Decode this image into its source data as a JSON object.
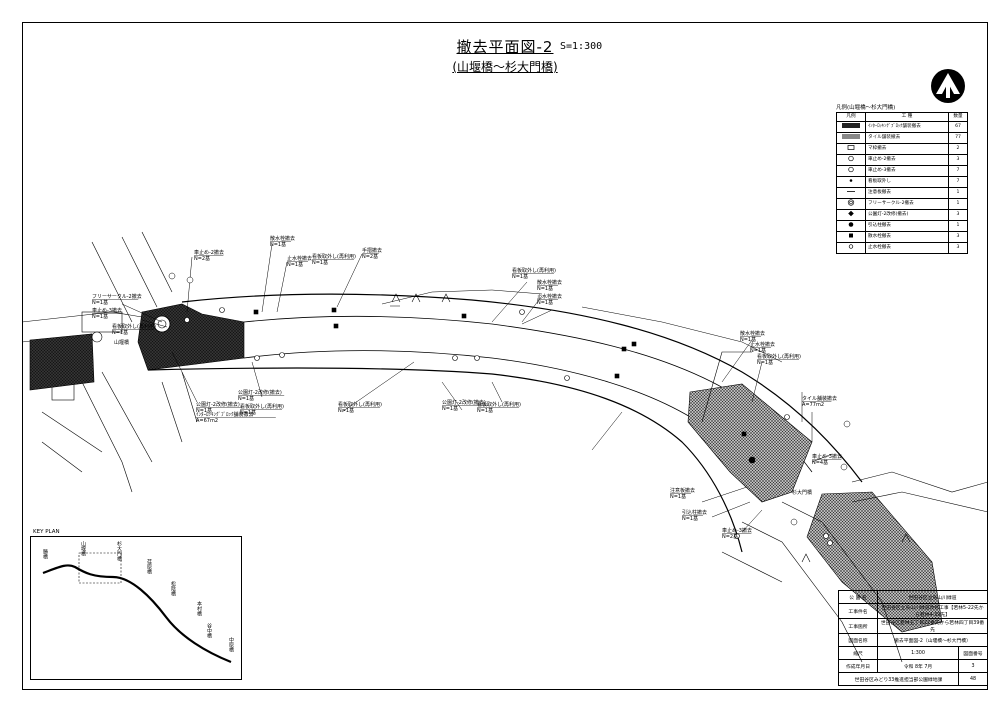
{
  "title": "撤去平面図-2",
  "subtitle": "(山堰橋～杉大門橋)",
  "scale": "S=1:300",
  "legend": {
    "title": "凡例(山堰橋～杉大門橋)",
    "headers": [
      "凡例",
      "工 種",
      "数量"
    ],
    "rows": [
      {
        "sym": "dark",
        "name": "ｲﾝﾀｰﾛｯｷﾝｸﾞﾌﾞﾛｯｸ舗装撤去",
        "qty": "67"
      },
      {
        "sym": "cross",
        "name": "タイル舗装撤去",
        "qty": "77"
      },
      {
        "sym": "rect",
        "name": "マ枠撤去",
        "qty": "2"
      },
      {
        "sym": "circle",
        "name": "車止め-2撤去",
        "qty": "3"
      },
      {
        "sym": "circle",
        "name": "車止め-3撤去",
        "qty": "7"
      },
      {
        "sym": "dot",
        "name": "看板取外し",
        "qty": "7"
      },
      {
        "sym": "line",
        "name": "注意板撤去",
        "qty": "1"
      },
      {
        "sym": "double",
        "name": "フリーサークル-2撤去",
        "qty": "1"
      },
      {
        "sym": "diamond",
        "name": "公園灯-2改修(撤去)",
        "qty": "3"
      },
      {
        "sym": "filled",
        "name": "引込柱撤去",
        "qty": "1"
      },
      {
        "sym": "square",
        "name": "散水栓撤去",
        "qty": "3"
      },
      {
        "sym": "small",
        "name": "止水栓撤去",
        "qty": "3"
      }
    ]
  },
  "labels": [
    {
      "id": "a",
      "lines": [
        "車止め-2撤去",
        "N=2基"
      ]
    },
    {
      "id": "b",
      "lines": [
        "散水栓撤去",
        "N=1基"
      ]
    },
    {
      "id": "c",
      "lines": [
        "止水栓撤去",
        "N=1基"
      ]
    },
    {
      "id": "d",
      "lines": [
        "看板取外し(再利用)",
        "N=1基"
      ]
    },
    {
      "id": "e",
      "lines": [
        "手摺撤去",
        "N=2基"
      ]
    },
    {
      "id": "f",
      "lines": [
        "看板取外し(再利用)",
        "N=1基"
      ]
    },
    {
      "id": "g",
      "lines": [
        "散水栓撤去",
        "N=1基"
      ]
    },
    {
      "id": "h",
      "lines": [
        "止水栓撤去",
        "N=1基"
      ]
    },
    {
      "id": "i",
      "lines": [
        "フリーサークル-2撤去",
        "N=1基"
      ]
    },
    {
      "id": "j",
      "lines": [
        "車止め-3撤去",
        "N=1基"
      ]
    },
    {
      "id": "k",
      "lines": [
        "看板取外し(再利用)",
        "N=1基"
      ]
    },
    {
      "id": "l",
      "lines": [
        "公園灯-2改修(撤去)",
        "N=1基"
      ]
    },
    {
      "id": "m",
      "lines": [
        "ｲﾝﾀｰﾛｯｷﾝｸﾞﾌﾞﾛｯｸ舗装撤去",
        "A=67m2"
      ]
    },
    {
      "id": "n",
      "lines": [
        "公園灯-2改修(撤去)",
        "N=1基"
      ]
    },
    {
      "id": "o",
      "lines": [
        "看板取外し(再利用)",
        "N=1基"
      ]
    },
    {
      "id": "p",
      "lines": [
        "看板取外し(再利用)",
        "N=1基"
      ]
    },
    {
      "id": "q",
      "lines": [
        "公園灯-2改修(撤去)",
        "N=1基"
      ]
    },
    {
      "id": "r",
      "lines": [
        "看板取外し(再利用)",
        "N=1基"
      ]
    },
    {
      "id": "s",
      "lines": [
        "散水栓撤去",
        "N=1基"
      ]
    },
    {
      "id": "t",
      "lines": [
        "止水栓撤去",
        "N=1基"
      ]
    },
    {
      "id": "u",
      "lines": [
        "看板取外し(再利用)",
        "N=1基"
      ]
    },
    {
      "id": "v",
      "lines": [
        "タイル舗装撤去",
        "A=77m2"
      ]
    },
    {
      "id": "w",
      "lines": [
        "車止め-3撤去",
        "N=4基"
      ]
    },
    {
      "id": "x",
      "lines": [
        "注意板撤去",
        "N=1基"
      ]
    },
    {
      "id": "y",
      "lines": [
        "引込柱撤去",
        "N=1基"
      ]
    },
    {
      "id": "z",
      "lines": [
        "車止め-3撤去",
        "N=2基"
      ]
    }
  ],
  "places": {
    "yamaseki": "山堰橋",
    "sugidaimon": "杉大門橋"
  },
  "keyplan": {
    "title": "KEY PLAN",
    "bridges": [
      "勝橋",
      "山堰橋",
      "杉大門橋",
      "荏原橋",
      "松陰橋",
      "本村橋",
      "谷中橋",
      "中原橋"
    ]
  },
  "info": {
    "rows": [
      {
        "k": "公 園 名",
        "v": "世田谷区立烏山川緑道"
      },
      {
        "k": "工事件名",
        "v": "世田谷区立烏山川緑道改修工事【若林5-22先から若林4-39先】"
      },
      {
        "k": "工事箇所",
        "v": "世田谷区若林五丁目22番先から若林四丁目39番先"
      },
      {
        "k": "図面名称",
        "v": "撤去平面図-2（山堰橋～杉大門橋）"
      },
      {
        "k": "縮尺",
        "v": "1:300",
        "k2": "図面番号"
      },
      {
        "k": "作成年月日",
        "v": "令和 8年 7月",
        "n": "3"
      },
      {
        "k": "世田谷区みどり33推進担当部公園緑地課",
        "v": "",
        "n": "48"
      }
    ]
  }
}
